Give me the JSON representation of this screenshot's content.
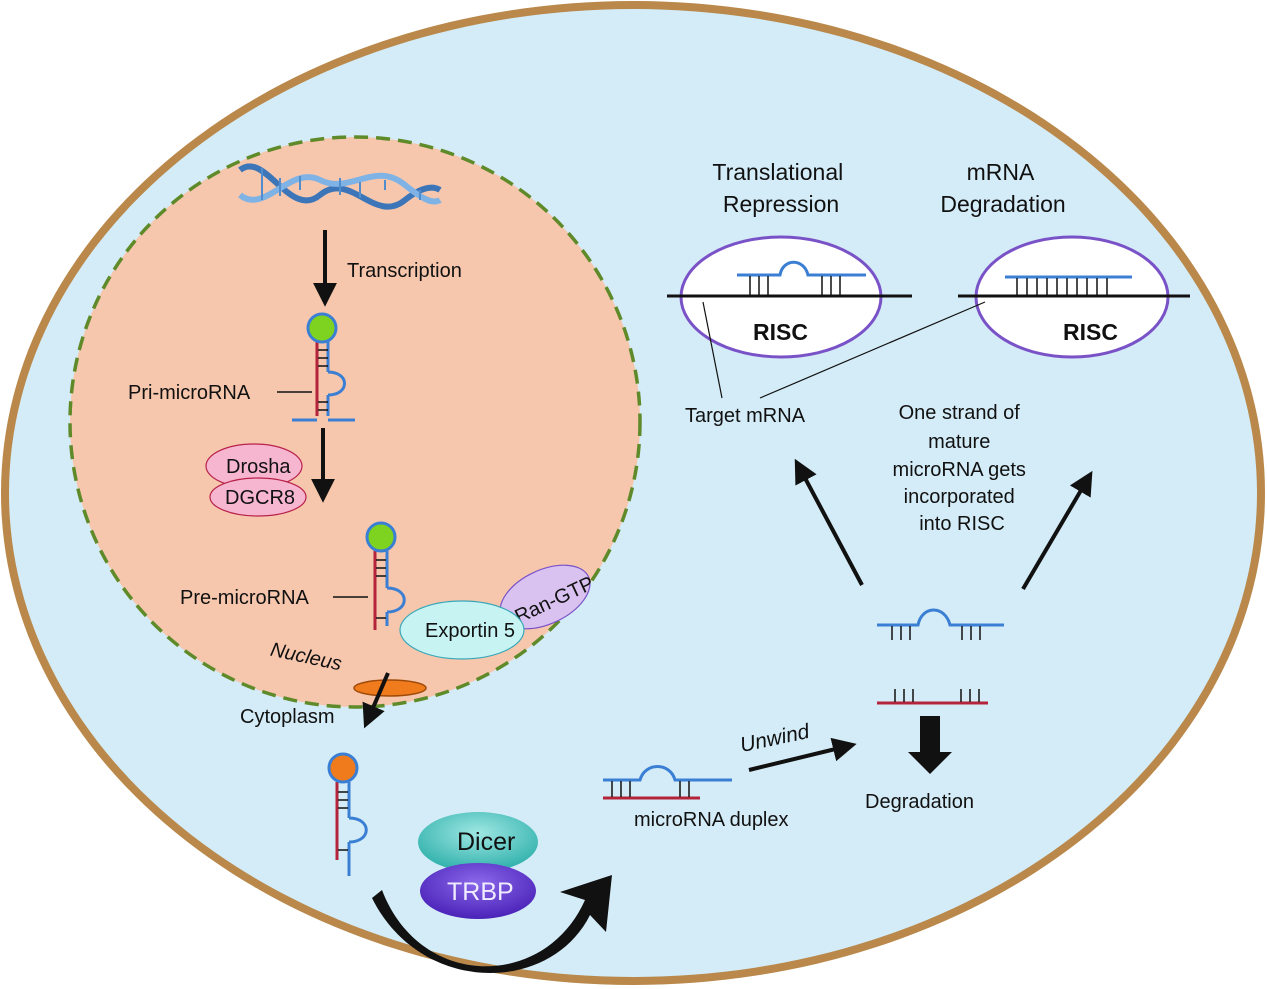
{
  "labels": {
    "transcription": "Transcription",
    "pri_microrna": "Pri-microRNA",
    "drosha": "Drosha",
    "dgcr8": "DGCR8",
    "pre_microrna": "Pre-microRNA",
    "exportin5": "Exportin 5",
    "ran_gtp": "Ran-GTP",
    "nucleus": "Nucleus",
    "cytoplasm": "Cytoplasm",
    "dicer": "Dicer",
    "trbp": "TRBP",
    "microrna_duplex": "microRNA duplex",
    "unwind": "Unwind",
    "degradation": "Degradation",
    "target_mrna": "Target mRNA",
    "one_strand": [
      "One strand of",
      "mature",
      "microRNA gets",
      "incorporated",
      "into RISC"
    ],
    "translational_repression": [
      "Translational",
      "Repression"
    ],
    "mrna_degradation": [
      "mRNA",
      "Degradation"
    ],
    "risc_left": "RISC",
    "risc_right": "RISC"
  },
  "colors": {
    "cell_fill": "#d4ecf7",
    "cell_rim": "#a67c3a",
    "nucleus_fill": "#f6c7ad",
    "nucleus_border": "#5f8a2a",
    "rna_blue": "#3b7fd4",
    "rna_red": "#b3233a",
    "cap_green": "#7ed321",
    "cap_orange": "#f07b1c",
    "drosha": "#f7b6cf",
    "exportin": "#c7f3f3",
    "ran_gtp": "#d9c2ef",
    "dicer": "#53c9c4",
    "trbp": "#6a41d6",
    "risc_ring": "#7a52c8",
    "pore": "#f07b1c"
  }
}
